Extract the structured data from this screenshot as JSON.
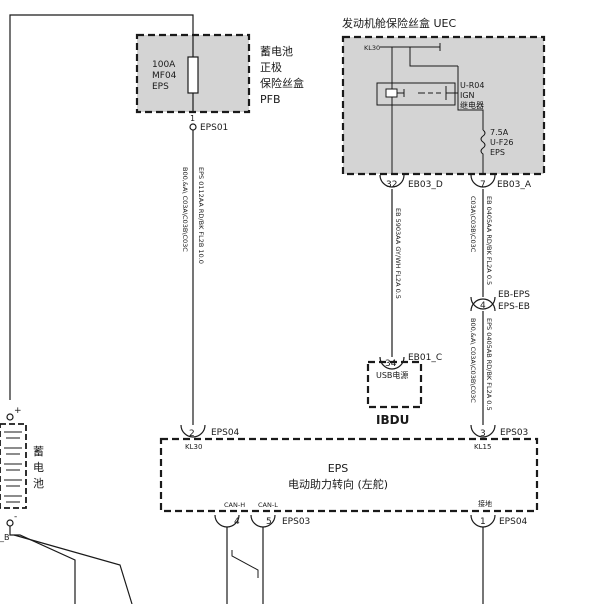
{
  "pfb": {
    "title_line1": "蓄电池",
    "title_line2": "正极",
    "title_line3": "保险丝盒",
    "title_line4": "PFB",
    "fuse_amp": "100A",
    "fuse_id": "MF04",
    "fuse_name": "EPS",
    "pin": "1",
    "connector": "EPS01"
  },
  "uec": {
    "title": "发动机舱保险丝盒 UEC",
    "kl30": "KL30",
    "relay_id": "U-R04",
    "relay_name": "IGN",
    "relay_desc": "继电器",
    "fuse_amp": "7.5A",
    "fuse_id": "U-F26",
    "fuse_name": "EPS"
  },
  "connectors": {
    "eb03d_pin": "32",
    "eb03d": "EB03_D",
    "eb03a_pin": "7",
    "eb03a": "EB03_A",
    "ebeps_pin": "4",
    "ebeps1": "EB-EPS",
    "ebeps2": "EPS-EB",
    "eb01c_pin": "34",
    "eb01c": "EB01_C",
    "eps04_top_pin": "2",
    "eps04_top": "EPS04",
    "eps04_top_sub": "KL30",
    "eps03_top_pin": "3",
    "eps03_top": "EPS03",
    "eps03_top_sub": "KL15",
    "eps03_bot_pin4": "4",
    "eps03_bot_pin5": "5",
    "eps03_bot": "EPS03",
    "can_h": "CAN-H",
    "can_l": "CAN-L",
    "eps04_bot_pin": "1",
    "eps04_bot": "EPS04",
    "ground": "接地"
  },
  "wires": {
    "w1_a": "EPS 0112AA RD/BK FL2B 10.0",
    "w1_b": "B00,&A\\ C03A\\C03B\\C03C",
    "w2": "EB 5903AA GY/WH FL2A 0.5",
    "w3_a": "EB 0405AA RD/BK FL2A 0.5",
    "w3_b": "C03A\\C03B\\C03C",
    "w4_a": "EPS 0405AB RD/BK FL2A 0.5",
    "w4_b": "B00,&A\\ C03A\\C03B\\C03C"
  },
  "ibdu": {
    "name": "IBDU",
    "inner": "USB电源"
  },
  "eps_module": {
    "name": "EPS",
    "desc": "电动助力转向 (左舵)"
  },
  "battery": {
    "label1": "蓄",
    "label2": "电",
    "label3": "池",
    "plus": "+",
    "minus": "-",
    "b": "_B"
  }
}
